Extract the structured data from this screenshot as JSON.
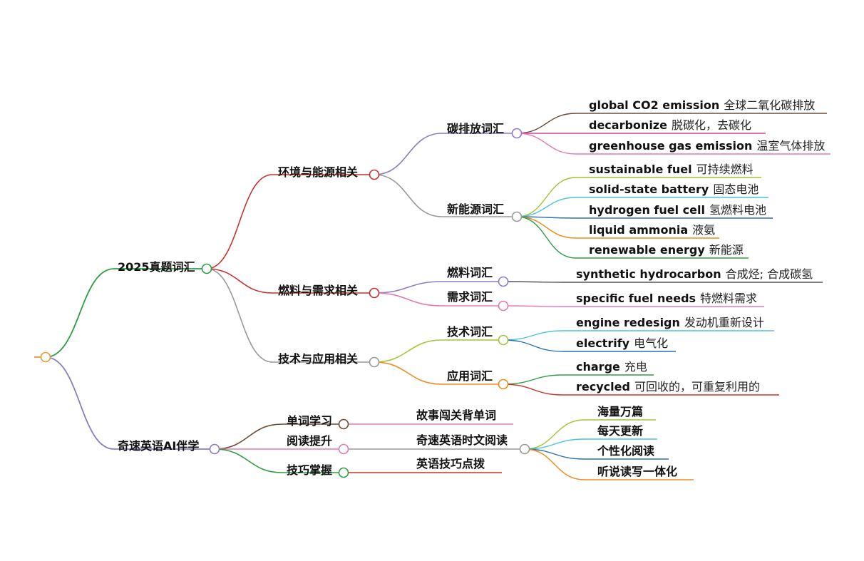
{
  "root": {
    "text": "",
    "color": "#e69a2e"
  },
  "branches": [
    {
      "text": "2025真题词汇",
      "color": "#2f9e44",
      "children": [
        {
          "text": "环境与能源相关",
          "color": "#c9302c",
          "children": [
            {
              "text": "碳排放词汇",
              "color": "#8e7cc3",
              "children": [
                {
                  "en": "global CO2 emission",
                  "zh": "全球二氧化碳排放",
                  "color": "#6b4c3b"
                },
                {
                  "en": "decarbonize",
                  "zh": "脱碳化，去碳化",
                  "color": "#d9409a"
                },
                {
                  "en": "greenhouse gas emission",
                  "zh": "温室气体排放",
                  "color": "#e57ab2"
                }
              ]
            },
            {
              "text": "新能源词汇",
              "color": "#999999",
              "children": [
                {
                  "en": "sustainable fuel",
                  "zh": "可持续燃料",
                  "color": "#a3c43a"
                },
                {
                  "en": "solid-state battery",
                  "zh": "固态电池",
                  "color": "#4cc3d6"
                },
                {
                  "en": "hydrogen fuel cell",
                  "zh": "氢燃料电池",
                  "color": "#2c6fb3"
                },
                {
                  "en": "liquid ammonia",
                  "zh": "液氨",
                  "color": "#ef8a1c"
                },
                {
                  "en": "renewable energy",
                  "zh": "新能源",
                  "color": "#2f9e44"
                }
              ]
            }
          ]
        },
        {
          "text": "燃料与需求相关",
          "color": "#c9302c",
          "children": [
            {
              "text": "燃料词汇",
              "color": "#8e7cc3",
              "children": [
                {
                  "en": "synthetic hydrocarbon",
                  "zh": "合成烃; 合成碳氢",
                  "color": "#555555"
                }
              ]
            },
            {
              "text": "需求词汇",
              "color": "#e57ab2",
              "children": [
                {
                  "en": "specific fuel needs",
                  "zh": "特燃料需求",
                  "color": "#e57ab2"
                }
              ]
            }
          ]
        },
        {
          "text": "技术与应用相关",
          "color": "#999999",
          "children": [
            {
              "text": "技术词汇",
              "color": "#a3c43a",
              "children": [
                {
                  "en": "engine redesign",
                  "zh": "发动机重新设计",
                  "color": "#4cc3d6"
                },
                {
                  "en": "electrify",
                  "zh": "电气化",
                  "color": "#2c6fb3"
                }
              ]
            },
            {
              "text": "应用词汇",
              "color": "#ef8a1c",
              "children": [
                {
                  "en": "charge",
                  "zh": "充电",
                  "color": "#2f9e44"
                },
                {
                  "en": "recycled",
                  "zh": "可回收的，可重复利用的",
                  "color": "#c9302c"
                }
              ]
            }
          ]
        }
      ]
    },
    {
      "text": "奇速英语AI伴学",
      "color": "#8e7cc3",
      "children": [
        {
          "text": "单词学习",
          "color": "#6b4c3b",
          "children": [
            {
              "text": "故事闯关背单词",
              "color": "#e57ab2",
              "children": []
            }
          ]
        },
        {
          "text": "阅读提升",
          "color": "#e57ab2",
          "children": [
            {
              "text": "奇速英语时文阅读",
              "color": "#999999",
              "children": [
                {
                  "text": "海量万篇",
                  "color": "#a3c43a"
                },
                {
                  "text": "每天更新",
                  "color": "#4cc3d6"
                },
                {
                  "text": "个性化阅读",
                  "color": "#2c6fb3"
                },
                {
                  "text": "听说读写一体化",
                  "color": "#ef8a1c"
                }
              ]
            }
          ]
        },
        {
          "text": "技巧掌握",
          "color": "#2f9e44",
          "children": [
            {
              "text": "英语技巧点拨",
              "color": "#c9302c",
              "children": []
            }
          ]
        }
      ]
    }
  ]
}
